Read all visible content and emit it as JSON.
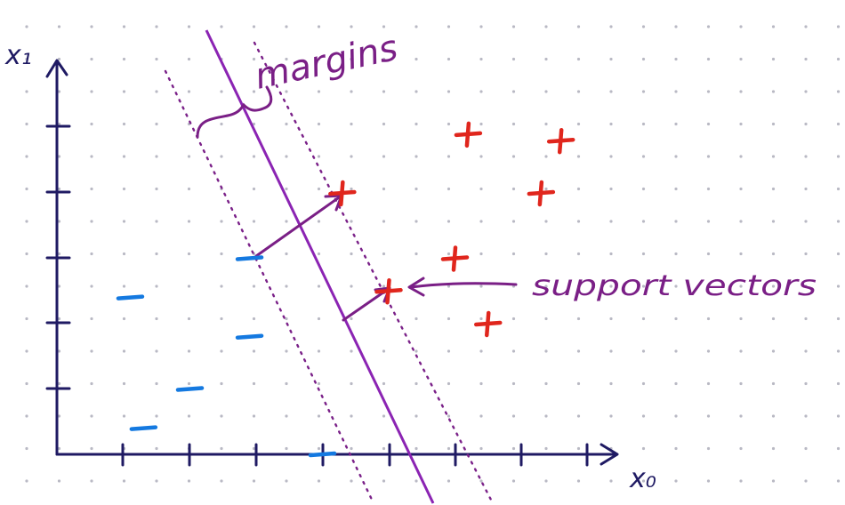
{
  "labels": {
    "y_axis": "x₁",
    "x_axis": "x₀",
    "margins": "margins",
    "support_vectors": "support vectors"
  },
  "colors": {
    "background": "#ffffff",
    "dots": "#b9b9c4",
    "axes": "#1f1a63",
    "hyperplane": "#8b24b3",
    "margin_lines": "#7a2088",
    "annotation": "#7a1f86",
    "positive": "#e0261d",
    "negative": "#1479e0"
  },
  "points": {
    "positive": [
      {
        "x": 6.2,
        "y": 4.9
      },
      {
        "x": 7.6,
        "y": 4.8
      },
      {
        "x": 4.3,
        "y": 4.0
      },
      {
        "x": 7.3,
        "y": 4.0
      },
      {
        "x": 6.0,
        "y": 3.0
      },
      {
        "x": 5.0,
        "y": 2.5
      },
      {
        "x": 6.5,
        "y": 2.0
      }
    ],
    "negative": [
      {
        "x": 1.1,
        "y": 2.4
      },
      {
        "x": 2.9,
        "y": 3.0
      },
      {
        "x": 2.9,
        "y": 1.8
      },
      {
        "x": 2.0,
        "y": 1.0
      },
      {
        "x": 1.3,
        "y": 0.4
      },
      {
        "x": 4.0,
        "y": 0.0
      }
    ]
  },
  "support_vectors": [
    {
      "x": 4.3,
      "y": 4.0,
      "class": "positive"
    },
    {
      "x": 5.0,
      "y": 2.5,
      "class": "positive"
    },
    {
      "x": 2.9,
      "y": 3.0,
      "class": "negative"
    }
  ]
}
